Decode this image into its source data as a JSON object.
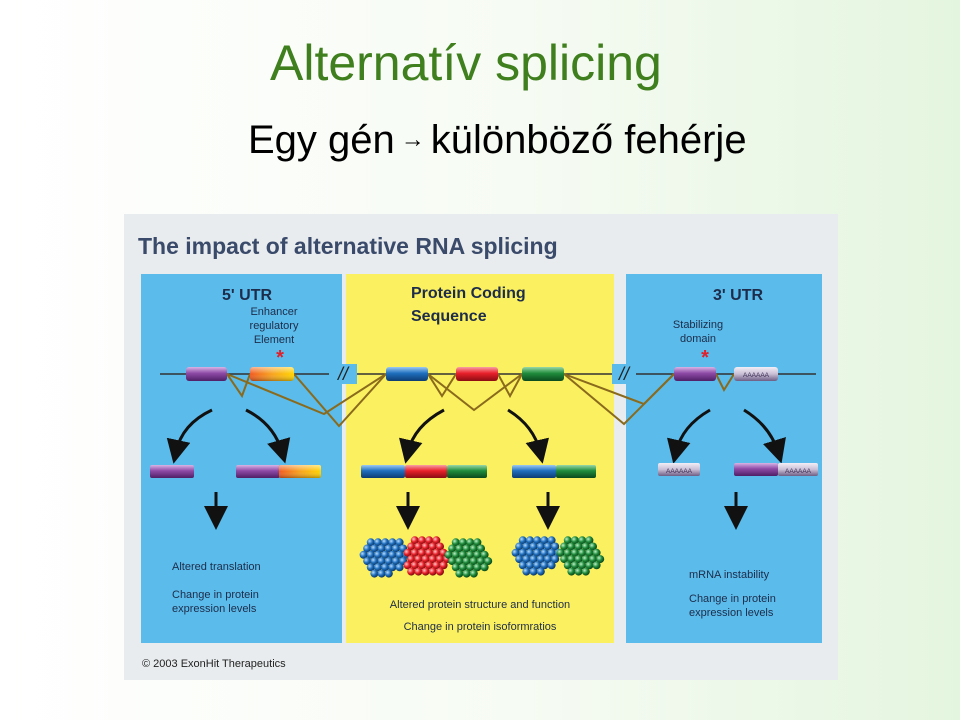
{
  "slide": {
    "title": "Alternatív splicing",
    "subtitle_left": "Egy gén",
    "subtitle_arrow": "→",
    "subtitle_right": "különböző fehérje"
  },
  "figure": {
    "title": "The impact of alternative RNA splicing",
    "panels": {
      "utr5": {
        "heading": "5' UTR",
        "element_label": [
          "Enhancer",
          "regulatory",
          "Element"
        ],
        "marker": "*",
        "outcome_1": "Altered translation",
        "outcome_2": [
          "Change in protein",
          "expression levels"
        ]
      },
      "cds": {
        "heading": [
          "Protein Coding",
          "Sequence"
        ],
        "outcome_1": "Altered protein structure and function",
        "outcome_2": "Change in protein isoformratios"
      },
      "utr3": {
        "heading": "3' UTR",
        "element_label": [
          "Stabilizing",
          "domain"
        ],
        "marker": "*",
        "polya": "AAAAAA",
        "outcome_1": "mRNA instability",
        "outcome_2": [
          "Change in protein",
          "expression levels"
        ]
      }
    },
    "break_symbol": "//",
    "copyright": "© 2003 ExonHit Therapeutics",
    "colors": {
      "frame_bg": "#e9ecee",
      "utr_panel": "#5bbbea",
      "cds_panel": "#fbf160",
      "title_text": "#3a4a6a",
      "exon_purple": "#8e4aa6",
      "exon_blue": "#1f6fbe",
      "exon_red": "#e8202a",
      "exon_green": "#1f8c3c",
      "exon_orange": "#f07a20",
      "exon_yellow": "#ffd400",
      "splice_line": "#8a6a1c",
      "marker_red": "#e0202a"
    }
  }
}
